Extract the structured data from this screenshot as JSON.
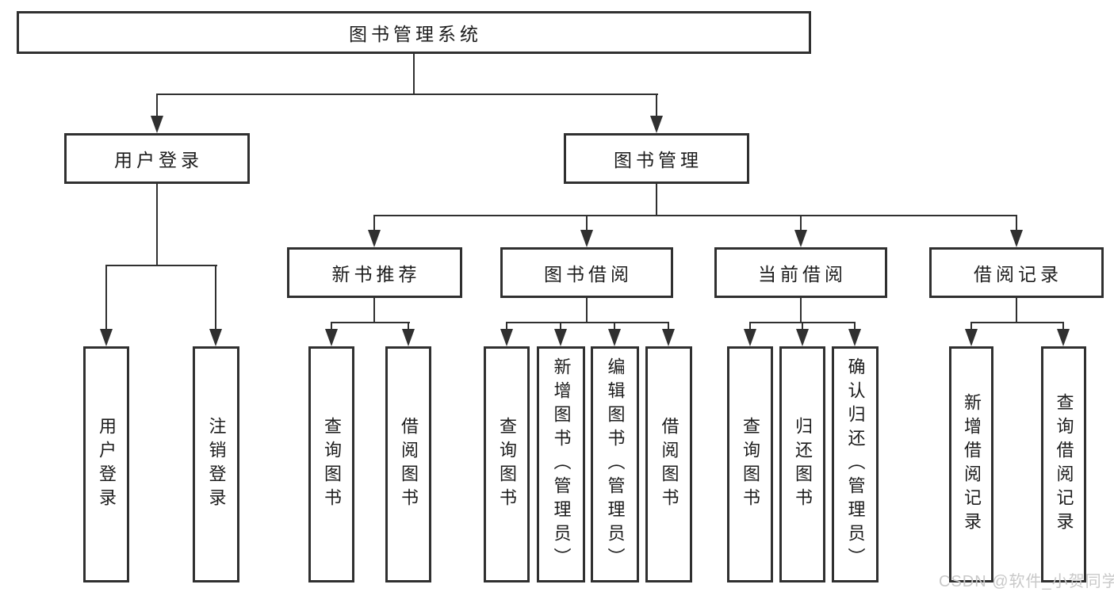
{
  "diagram_title": "图书管理系统",
  "tree": {
    "label": "图书管理系统",
    "children": [
      {
        "label": "用户登录",
        "children": [
          {
            "label": "用户登录"
          },
          {
            "label": "注销登录"
          }
        ]
      },
      {
        "label": "图书管理",
        "children": [
          {
            "label": "新书推荐",
            "children": [
              {
                "label": "查询图书"
              },
              {
                "label": "借阅图书"
              }
            ]
          },
          {
            "label": "图书借阅",
            "children": [
              {
                "label": "查询图书"
              },
              {
                "label": "新增图书（管理员）"
              },
              {
                "label": "编辑图书（管理员）"
              },
              {
                "label": "借阅图书"
              }
            ]
          },
          {
            "label": "当前借阅",
            "children": [
              {
                "label": "查询图书"
              },
              {
                "label": "归还图书"
              },
              {
                "label": "确认归还（管理员）"
              }
            ]
          },
          {
            "label": "借阅记录",
            "children": [
              {
                "label": "新增借阅记录"
              },
              {
                "label": "查询借阅记录"
              }
            ]
          }
        ]
      }
    ]
  },
  "watermark": {
    "text": "CSDN @软件_小贺同学",
    "color": "#c9c9c9"
  },
  "colors": {
    "line": "#303030",
    "text": "#1c1c1c",
    "background": "#ffffff"
  }
}
